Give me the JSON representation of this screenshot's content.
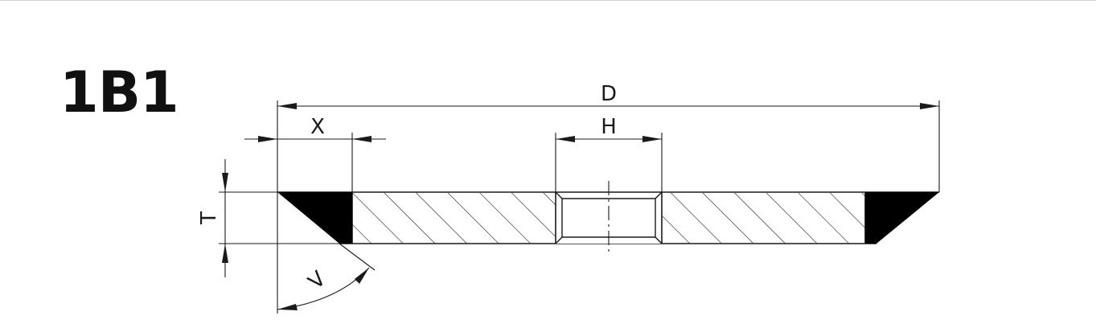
{
  "title": "1B1",
  "labels": {
    "D": "D",
    "H": "H",
    "X": "X",
    "T": "T",
    "V": "V"
  },
  "colors": {
    "line": "#1a1a1a",
    "abrasive_fill": "#000000",
    "hatch": "#1a1a1a"
  }
}
